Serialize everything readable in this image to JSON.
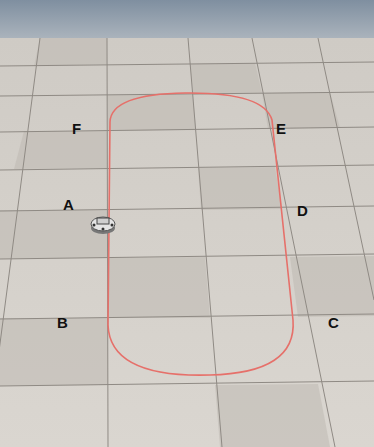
{
  "diagram": {
    "labels": [
      "F",
      "E",
      "A",
      "D",
      "B",
      "C"
    ]
  }
}
